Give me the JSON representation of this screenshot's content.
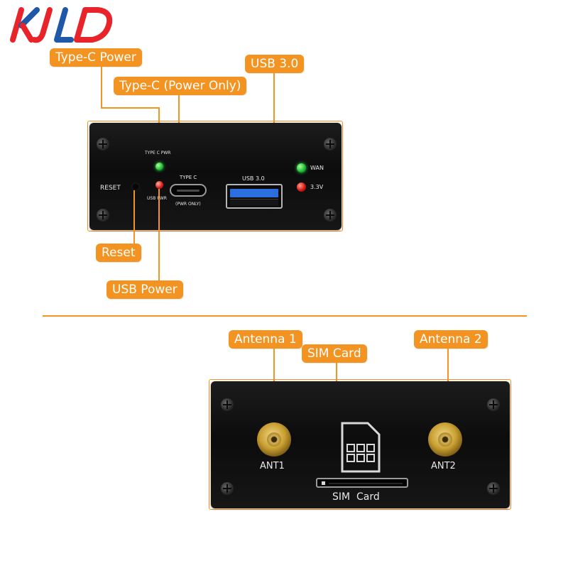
{
  "brand": {
    "logo_text": "KJLD",
    "colors": {
      "red": "#e8232a",
      "blue": "#1f58a8"
    }
  },
  "colors": {
    "accent": "#f39322",
    "panel": "#111111",
    "led_green": "#22c23a",
    "led_red": "#e0201c",
    "usb_blue": "#2a6ee0",
    "antenna_gold": "#c9a032"
  },
  "callouts": {
    "type_c_power": "Type-C Power",
    "type_c_power_only": "Type-C (Power Only)",
    "usb_3": "USB 3.0",
    "reset": "Reset",
    "usb_power": "USB Power",
    "antenna_1": "Antenna 1",
    "sim_card": "SIM Card",
    "antenna_2": "Antenna 2"
  },
  "front_panel": {
    "type_c_pwr": "TYPE C PWR",
    "usb_pwr": "USB PWR",
    "reset": "RESET",
    "type_c": "TYPE C",
    "pwr_only": "(PWR ONLY)",
    "usb_3": "USB 3.0",
    "wan": "WAN",
    "v33": "3.3V"
  },
  "rear_panel": {
    "ant1": "ANT1",
    "ant2": "ANT2",
    "sim_card": "SIM  Card"
  }
}
